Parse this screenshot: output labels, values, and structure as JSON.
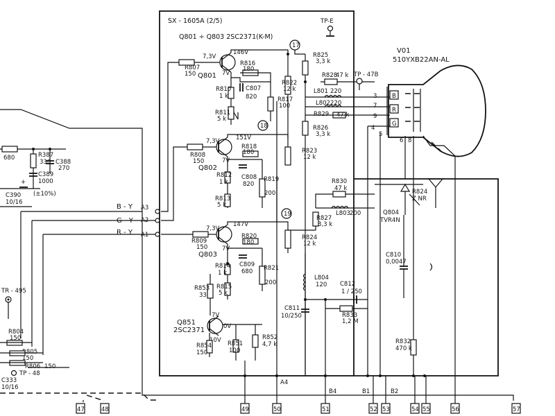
{
  "board": {
    "title": "SX - 1605A (2/5)",
    "transistor_note": "Q801 ÷ Q803   2SC2371(K-M)",
    "test_point_e": "TP-E"
  },
  "crt": {
    "ref": "V01",
    "type": "510YXB22AN-AL",
    "pin_b": "B",
    "pin_r": "R",
    "pin_g": "G"
  },
  "nodes": {
    "n17": "17",
    "n18": "18",
    "n19": "19"
  },
  "inputs": [
    {
      "name": "B - Y",
      "pin": "A3"
    },
    {
      "name": "G - Y",
      "pin": "A2"
    },
    {
      "name": "R - Y",
      "pin": "A1"
    }
  ],
  "q801": {
    "ref": "Q801",
    "v_base": "7,3V",
    "v_coll": "146V",
    "v_emit": "7V"
  },
  "q802": {
    "ref": "Q802",
    "v_base": "7,3V",
    "v_coll": "151V",
    "v_emit": "7V"
  },
  "q803": {
    "ref": "Q803",
    "v_base": "7,3V",
    "v_coll": "147V",
    "v_emit": "7V"
  },
  "q851": {
    "ref": "Q851",
    "type": "2SC2371",
    "v_base": "7V",
    "v_coll": "0V",
    "v_emit": "10V"
  },
  "q804": {
    "ref": "Q804",
    "type": "TVR4N"
  },
  "parts": {
    "R807": "150",
    "R816": "180",
    "C807": "820",
    "R810": "1 k",
    "R811": "5 k",
    "R817": "100",
    "R822": "12 k",
    "R825": "3,3 k",
    "R828": "47 k",
    "L801": "220",
    "L802": "220",
    "R829": "47 k",
    "R826": "3,3 k",
    "R808": "150",
    "R818": "180",
    "C808": "820",
    "R812": "1 k",
    "R813": "5 k",
    "R819": "200",
    "R823": "12 k",
    "R830": "47 k",
    "L803": "200",
    "R827": "3,3 k",
    "R809": "150",
    "R820": "180",
    "C809": "680",
    "R814": "1 k",
    "R815": "5 k",
    "R821": "200",
    "R824": "12 k",
    "L804": "120",
    "R853": "33",
    "C811": "10/250",
    "C812": "1 / 250",
    "R833": "1,2 M",
    "R851": "100",
    "R852": "4,7 k",
    "R854": "150",
    "R832": "470 k",
    "C810": "0,0047",
    "R387": "330",
    "C388": "270",
    "C389": "1000",
    "C390": "10/16",
    "C333": "10/16",
    "R804": "150",
    "R805": "150",
    "R806": "150",
    "R_left": "680",
    "R824_zener": "R824",
    "znr": "Z NR"
  },
  "labels": {
    "tolerance": "(±10%)",
    "tr495": "TR - 495",
    "tp48": "TP - 48",
    "tp47b": "TP - 47B",
    "b1": "B1",
    "b2": "B2",
    "a4": "A4",
    "b4": "B4",
    "crt_pin3": "3",
    "crt_pin7": "7",
    "crt_pin9": "9",
    "crt_pin4": "4",
    "crt_pin5": "5",
    "crt_pin6": "6",
    "crt_pin8": "8"
  },
  "connectors": [
    "47",
    "48",
    "49",
    "50",
    "51",
    "52",
    "53",
    "54",
    "55",
    "56",
    "57"
  ]
}
